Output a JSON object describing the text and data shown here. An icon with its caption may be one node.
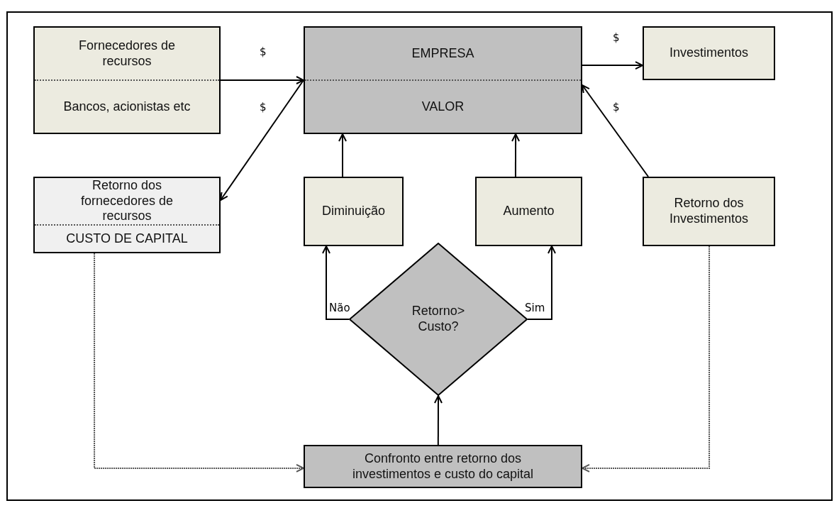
{
  "diagram": {
    "nodes": [
      {
        "text": [
          "Fornecedores de recursos",
          "Bancos, acionistas etc"
        ]
      },
      {
        "text": [
          "EMPRESA",
          "VALOR"
        ]
      },
      {
        "text": [
          "Investimentos"
        ]
      },
      {
        "text": [
          "Retorno dos fornecedores de recursos",
          "CUSTO DE CAPITAL"
        ]
      },
      {
        "text": [
          "Diminuição"
        ]
      },
      {
        "text": [
          "Aumento"
        ]
      },
      {
        "text": [
          "Retorno dos Investimentos"
        ]
      },
      {
        "text": [
          "Retorno> Custo?"
        ]
      },
      {
        "text": [
          "Confronto entre retorno dos investimentos e custo do capital"
        ]
      }
    ],
    "edges": [
      {
        "from": 0,
        "to": 1,
        "arrow": "to",
        "label": "$"
      },
      {
        "from": 1,
        "to": 2,
        "arrow": "to",
        "label": "$"
      },
      {
        "from": 1,
        "to": 3,
        "arrow": "to",
        "label": "$"
      },
      {
        "from": 6,
        "to": 1,
        "arrow": "to",
        "label": "$"
      },
      {
        "from": 4,
        "to": 1,
        "arrow": "to"
      },
      {
        "from": 5,
        "to": 1,
        "arrow": "to"
      },
      {
        "from": 7,
        "to": 4,
        "arrow": "to",
        "label": "Não"
      },
      {
        "from": 7,
        "to": 5,
        "arrow": "to",
        "label": "Sim"
      },
      {
        "from": 8,
        "to": 7,
        "arrow": "to"
      },
      {
        "from": 3,
        "to": 8,
        "arrow": "to",
        "style": "dashed",
        "color": "#555555"
      },
      {
        "from": 6,
        "to": 8,
        "arrow": "to",
        "style": "dashed",
        "color": "#555555"
      }
    ]
  }
}
